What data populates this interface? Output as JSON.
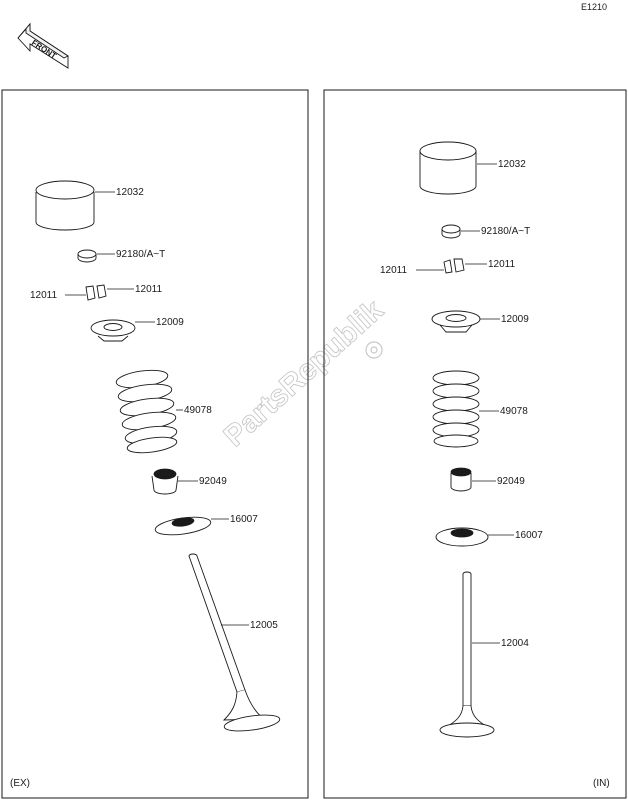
{
  "diagram_code": "E1210",
  "front_badge": "FRONT",
  "watermark": "PartsRepublik",
  "panels": {
    "left": {
      "tag": "(EX)",
      "parts": {
        "tappet": "12032",
        "shim": "92180/A~T",
        "cotter_left": "12011",
        "cotter_right": "12011",
        "retainer": "12009",
        "spring": "49078",
        "seal": "92049",
        "seat": "16007",
        "valve": "12005"
      }
    },
    "right": {
      "tag": "(IN)",
      "parts": {
        "tappet": "12032",
        "shim": "92180/A~T",
        "cotter_left": "12011",
        "cotter_right": "12011",
        "retainer": "12009",
        "spring": "49078",
        "seal": "92049",
        "seat": "16007",
        "valve": "12004"
      }
    }
  }
}
